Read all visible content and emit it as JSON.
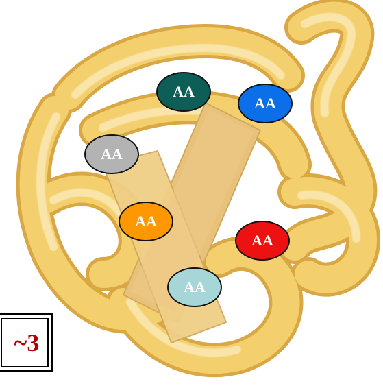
{
  "protein": {
    "tube_color": "#f3cf6e",
    "tube_shadow": "#d9a743",
    "tube_highlight": "#fbe9b4",
    "sheet_color": "#e8c27a"
  },
  "amino_acids": [
    {
      "label": "AA",
      "color": "#0e5e58"
    },
    {
      "label": "AA",
      "color": "#0a6fe8"
    },
    {
      "label": "AA",
      "color": "#b3b3b3"
    },
    {
      "label": "AA",
      "color": "#ff9800"
    },
    {
      "label": "AA",
      "color": "#ee1111"
    },
    {
      "label": "AA",
      "color": "#a7d6d9"
    }
  ],
  "badge": {
    "text": "~3",
    "color": "#b00000"
  }
}
